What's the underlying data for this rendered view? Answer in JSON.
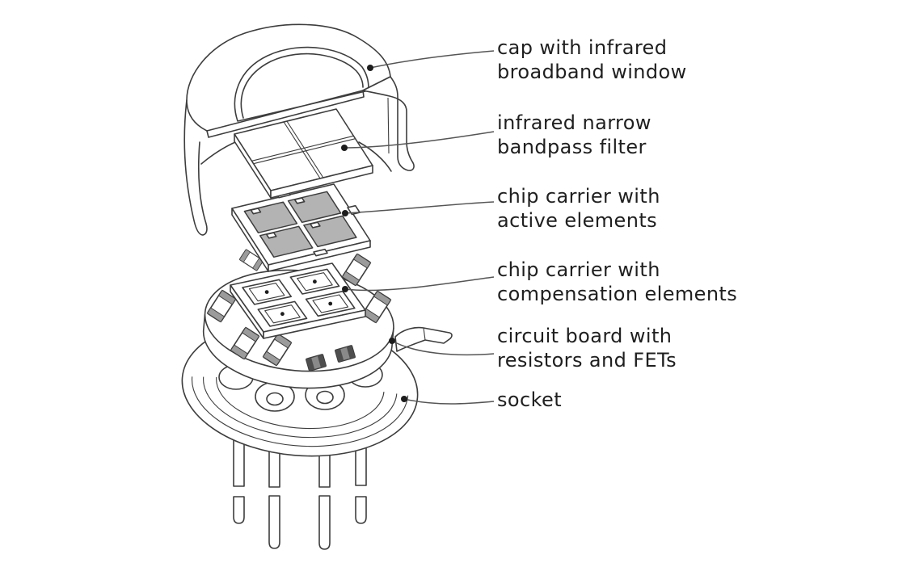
{
  "colors": {
    "background": "#ffffff",
    "line": "#3d3d3d",
    "chip_gray": "#b3b3b3",
    "leader": "#555555",
    "text": "#1f1f1f"
  },
  "labels": [
    {
      "id": "cap",
      "lines": [
        "cap with infrared",
        "broadband window"
      ]
    },
    {
      "id": "filter",
      "lines": [
        "infrared narrow",
        "bandpass filter"
      ]
    },
    {
      "id": "chip-carrier-active",
      "lines": [
        "chip carrier with",
        "active elements"
      ]
    },
    {
      "id": "chip-carrier-compensation",
      "lines": [
        "chip carrier with",
        "compensation elements"
      ]
    },
    {
      "id": "circuit-board",
      "lines": [
        "circuit board with",
        "resistors and FETs"
      ]
    },
    {
      "id": "socket",
      "lines": [
        "socket"
      ]
    }
  ]
}
